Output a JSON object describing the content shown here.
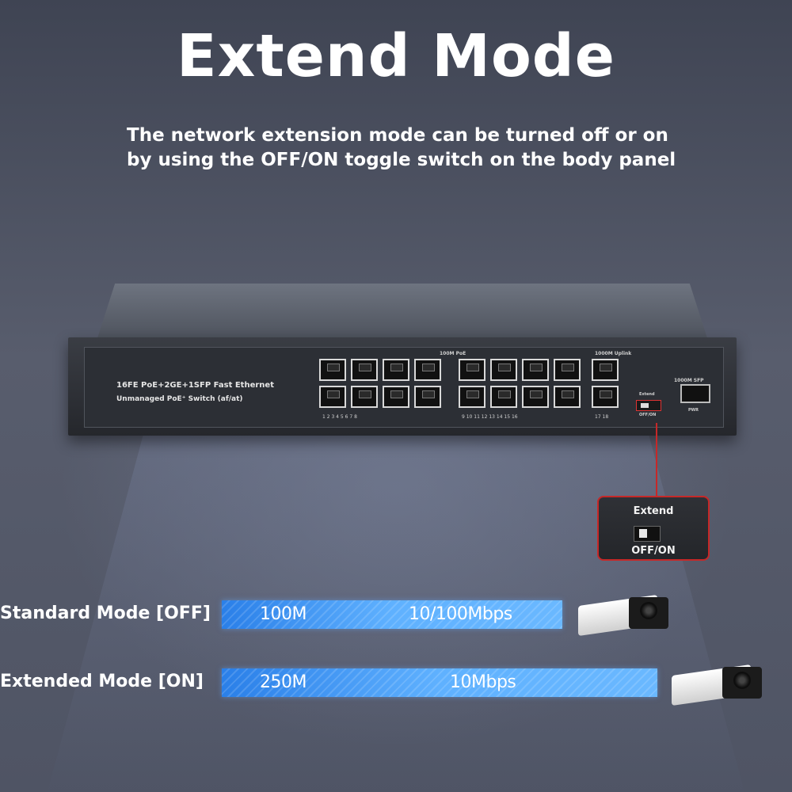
{
  "title": "Extend Mode",
  "subtitle": "The network extension mode can be turned off or on by using the OFF/ON toggle switch on the body panel",
  "switch": {
    "model_line1": "16FE PoE+2GE+1SFP Fast Ethernet",
    "model_line2": "Unmanaged PoE⁺ Switch (af/at)",
    "poe_group_label": "100M PoE",
    "uplink_label": "1000M Uplink",
    "sfp_label": "1000M SFP",
    "port_numbers_a": "1  2  3  4  5  6  7  8",
    "port_numbers_b": "9  10  11  12  13  14  15  16",
    "port_numbers_c": "17  18",
    "tiny_extend": "Extend",
    "tiny_offon": "OFF/ON",
    "pwr": "PWR"
  },
  "callout": {
    "top_label": "Extend",
    "bottom_label": "OFF/ON"
  },
  "modes": [
    {
      "label": "Standard Mode [OFF]",
      "distance": "100M",
      "speed": "10/100Mbps",
      "bar_color": "#4aa0ff"
    },
    {
      "label": "Extended Mode [ON]",
      "distance": "250M",
      "speed": "10Mbps",
      "bar_color": "#4aa0ff"
    }
  ],
  "colors": {
    "accent_red": "#c62828",
    "bar_blue": "#4aa0ff"
  },
  "icons": [
    "ip-camera-icon",
    "ip-camera-icon"
  ]
}
